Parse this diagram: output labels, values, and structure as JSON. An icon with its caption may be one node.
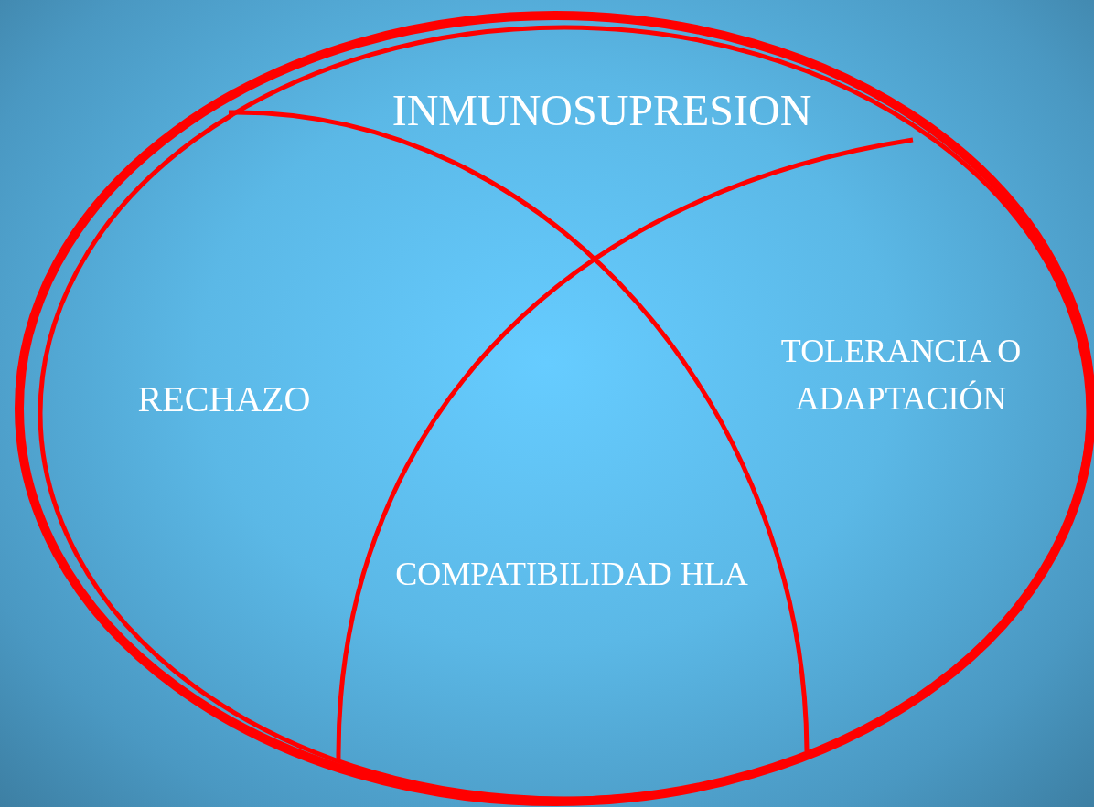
{
  "diagram": {
    "labels": [
      "INMUNOSUPRESION",
      "RECHAZO",
      "TOLERANCIA O ADAPTACIÓN",
      "COMPATIBILIDAD HLA"
    ]
  }
}
